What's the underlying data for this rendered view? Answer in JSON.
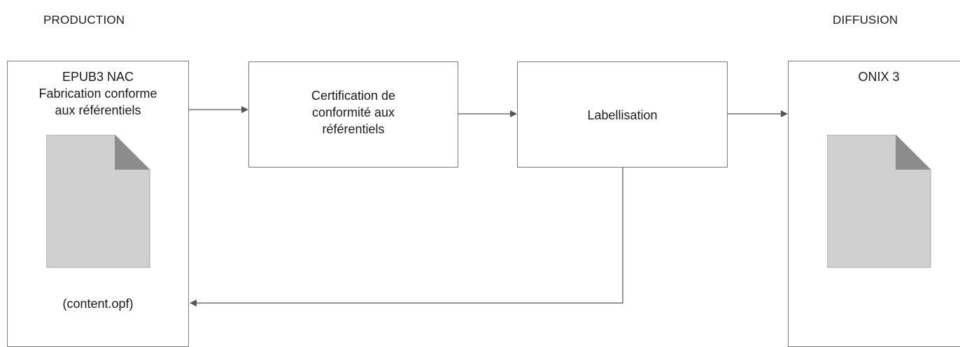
{
  "sections": {
    "production": "PRODUCTION",
    "diffusion": "DIFFUSION"
  },
  "boxes": {
    "epub": {
      "line1": "EPUB3 NAC",
      "line2": "Fabrication conforme",
      "line3": "aux référentiels",
      "file": "(content.opf)",
      "icon": "document-icon"
    },
    "certification": {
      "line1": "Certification de",
      "line2": "conformité aux",
      "line3": "référentiels"
    },
    "labellisation": {
      "label": "Labellisation"
    },
    "onix": {
      "title": "ONIX 3",
      "icon": "document-icon"
    }
  },
  "colors": {
    "box_border": "#7a7a7a",
    "doc_fill": "#d0d0d0",
    "doc_fold": "#8c8c8c",
    "arrow": "#555555"
  }
}
